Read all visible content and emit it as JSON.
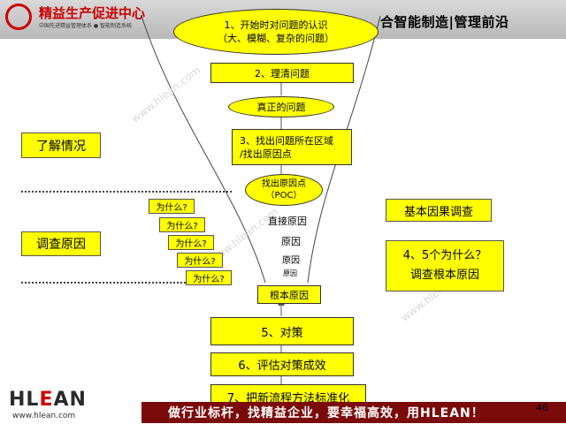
{
  "header": {
    "logo_title": "精益生产促进中心",
    "logo_subtitle": "中国先进精益管理体系 ● 智能制造系统",
    "slogan": "智能制造|管理前沿",
    "slogan_prefix": "合"
  },
  "funnel": {
    "step1_line1": "1、开始时对问题的认识",
    "step1_line2": "（大、模糊、复杂的问题）",
    "step2": "2、理清问题",
    "real_problem": "真正的问题",
    "step3_line1": "3、找出问题所在区域",
    "step3_line2": "/找出原因点",
    "poc_line1": "找出原因点",
    "poc_line2": "（POC）",
    "direct_cause": "直接原因",
    "cause1": "原因",
    "cause2": "原因",
    "cause3": "原因",
    "root_cause": "根本原因"
  },
  "steps": {
    "step5": "5、对策",
    "step6": "6、评估对策成效",
    "step7": "7、把新流程方法标准化"
  },
  "left": {
    "understand": "了解情况",
    "investigate": "调查原因",
    "why_labels": [
      "为什么?",
      "为什么?",
      "为什么?",
      "为什么?",
      "为什么?"
    ]
  },
  "right": {
    "basic_cause": "基本因果调查",
    "five_why_line1": "4、5个为什么？",
    "five_why_line2": "调查根本原因"
  },
  "footer": {
    "brand_h": "HL",
    "brand_e": "E",
    "brand_rest": "AN",
    "url": "www.hlean.com",
    "banner_text": "做行业标杆，找精益企业，要幸福高效，用HLEAN！",
    "page_number": "46"
  },
  "watermark": "www.hlean.com",
  "colors": {
    "highlight": "#ffff00",
    "brand_red": "#cc0000",
    "banner": "#7b0a0a"
  }
}
